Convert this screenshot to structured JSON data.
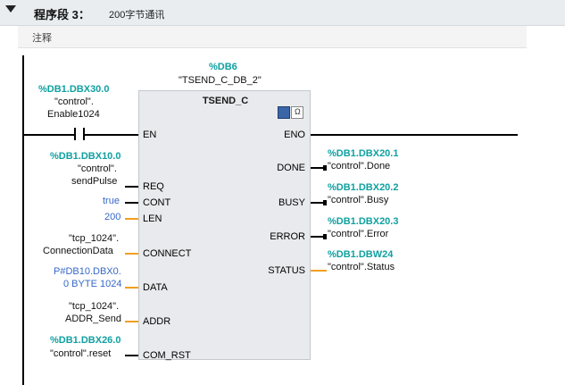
{
  "header": {
    "segment_title": "程序段 3：",
    "segment_name": "200字节通讯",
    "comment_label": "注释"
  },
  "instance": {
    "db": "%DB6",
    "name": "\"TSEND_C_DB_2\""
  },
  "block": {
    "title": "TSEND_C"
  },
  "inputs": {
    "en": {
      "addr": "%DB1.DBX30.0",
      "line1": "\"control\".",
      "line2": "Enable1024",
      "pin": "EN"
    },
    "req": {
      "addr": "%DB1.DBX10.0",
      "line1": "\"control\".",
      "line2": "sendPulse",
      "pin": "REQ"
    },
    "cont": {
      "value": "true",
      "pin": "CONT"
    },
    "len": {
      "value": "200",
      "pin": "LEN"
    },
    "connect": {
      "line1": "\"tcp_1024\".",
      "line2": "ConnectionData",
      "pin": "CONNECT"
    },
    "data": {
      "line1": "P#DB10.DBX0.",
      "line2": "0 BYTE 1024",
      "pin": "DATA"
    },
    "addr": {
      "line1": "\"tcp_1024\".",
      "line2": "ADDR_Send",
      "pin": "ADDR"
    },
    "com_rst": {
      "addr": "%DB1.DBX26.0",
      "tag": "\"control\".reset",
      "pin": "COM_RST"
    }
  },
  "outputs": {
    "eno": {
      "pin": "ENO"
    },
    "done": {
      "pin": "DONE",
      "addr": "%DB1.DBX20.1",
      "tag": "\"control\".Done"
    },
    "busy": {
      "pin": "BUSY",
      "addr": "%DB1.DBX20.2",
      "tag": "\"control\".Busy"
    },
    "error": {
      "pin": "ERROR",
      "addr": "%DB1.DBX20.3",
      "tag": "\"control\".Error"
    },
    "status": {
      "pin": "STATUS",
      "addr": "%DB1.DBW24",
      "tag": "\"control\".Status"
    }
  },
  "colors": {
    "address": "#10a0a0",
    "constant": "#3768c8",
    "wire_param": "#f0a020",
    "block_bg": "#e8eaed"
  }
}
